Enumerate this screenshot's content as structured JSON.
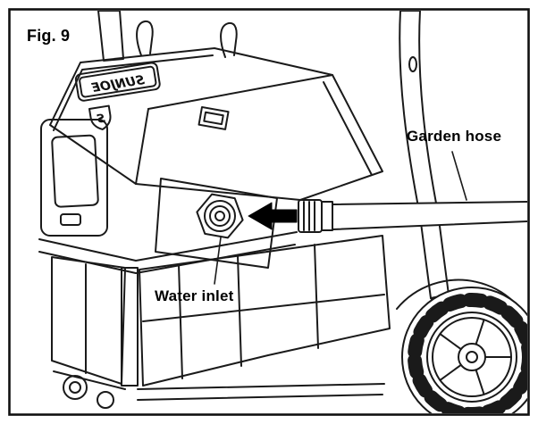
{
  "figure": {
    "label": "Fig. 9",
    "brand": "SUNJOE",
    "logo_letter": "S",
    "callouts": {
      "garden_hose": "Garden hose",
      "water_inlet": "Water inlet"
    },
    "colors": {
      "line": "#1a1a1a",
      "background": "#ffffff",
      "arrow_fill": "#000000"
    }
  }
}
